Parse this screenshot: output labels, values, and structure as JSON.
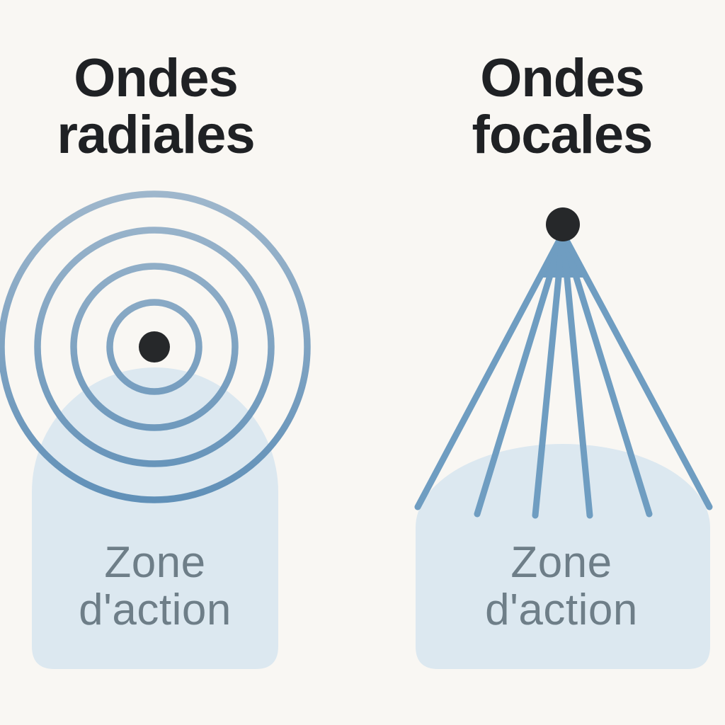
{
  "figure": {
    "left_panel": {
      "title_line1": "Ondes",
      "title_line2": "radiales",
      "zone_line1": "Zone",
      "zone_line2": "d'action"
    },
    "right_panel": {
      "title_line1": "Ondes",
      "title_line2": "focales",
      "zone_line1": "Zone",
      "zone_line2": "d'action"
    },
    "wave_circle_count": 4,
    "focal_ray_count": 6
  },
  "colors": {
    "background": "#f9f7f3",
    "title_text": "#1f2124",
    "zone_fill": "#dce8f0",
    "zone_text": "#6e7e88",
    "wave_stroke_top": "#9fb7cc",
    "wave_stroke_bottom": "#6090b8",
    "ray_stroke": "#6f9dc1",
    "dot_fill": "#26282a"
  }
}
